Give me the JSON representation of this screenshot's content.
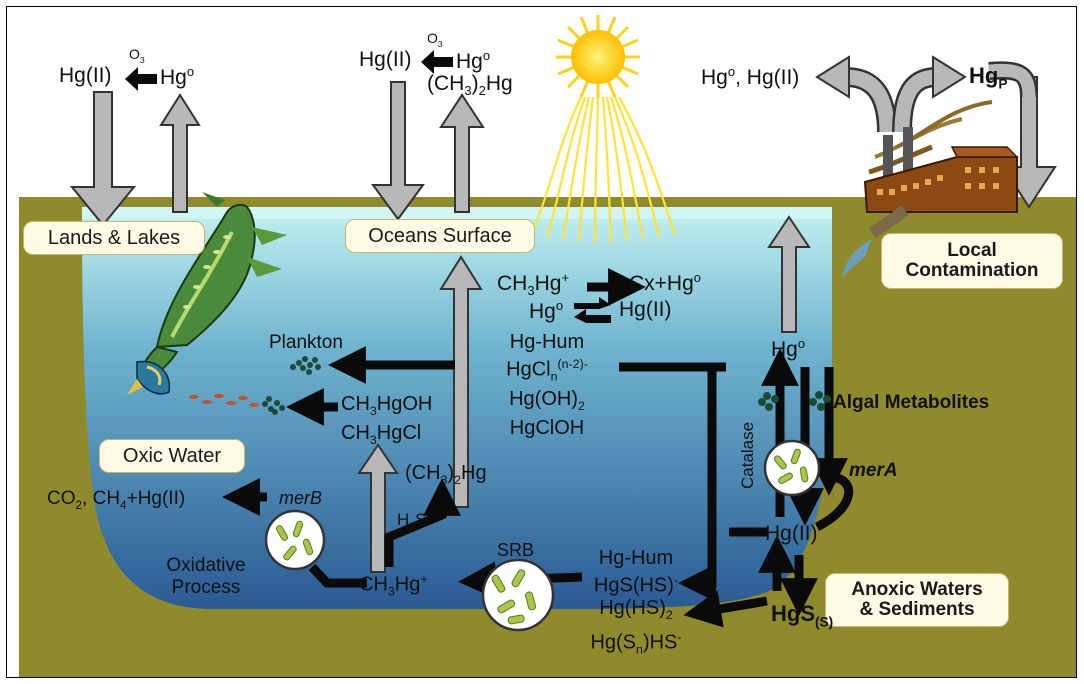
{
  "colors": {
    "land": "#8f8a2c",
    "water_top": "#bfeff0",
    "water_bottom": "#2e5f96",
    "arrow_gray": "#b8b8b8",
    "arrow_black": "#0a0a0a",
    "sun": "#ffd21a",
    "label_bg": "#fffbe6",
    "microbe": "#a8c64a"
  },
  "labels": {
    "top_left_hg2": "Hg(II)",
    "top_left_o3": "O",
    "top_left_o3_sub": "3",
    "top_left_hg0": "Hg",
    "top_center_hg2": "Hg(II)",
    "top_center_o3": "O",
    "top_center_o3_sub": "3",
    "top_center_hg0": "Hg",
    "top_center_dimethyl": "(CH",
    "top_center_dimethyl_sub": "3",
    "top_center_dimethyl_tail": ")",
    "top_center_dimethyl_sub2": "2",
    "top_center_dimethyl_end": "Hg",
    "top_right_hg0": "Hg",
    "top_right_hg0_tail": ", Hg(II)",
    "top_right_hgp": "Hg",
    "top_right_hgp_sub": "P",
    "sup_o": "o",
    "lands_lakes": "Lands & Lakes",
    "oceans_surface": "Oceans Surface",
    "local_contamination_1": "Local",
    "local_contamination_2": "Contamination",
    "ch3hg_reaction": "CH",
    "ch3hg_reaction_sub": "3",
    "ch3hg_reaction_hg": "Hg",
    "ch3hg_reaction_sup": "+",
    "cx_hg0": "Cx+Hg",
    "hg0_eq": "Hg",
    "hg2_eq": "Hg(II)",
    "plankton": "Plankton",
    "hg_hum": "Hg-Hum",
    "hgcl": "HgCl",
    "hgcl_sub": "n",
    "hgcl_sup": "(n-2)-",
    "hgoh2": "Hg(OH)",
    "hgoh2_sub": "2",
    "hgcloh": "HgClOH",
    "ch3hgoh": "CH",
    "ch3hgoh_sub": "3",
    "ch3hgoh_tail": "HgOH",
    "ch3hgcl": "CH",
    "ch3hgcl_sub": "3",
    "ch3hgcl_tail": "HgCl",
    "oxic_water": "Oxic Water",
    "dimethyl_hg": "(CH",
    "dimethyl_hg_sub": "3",
    "dimethyl_hg_tail": ")",
    "dimethyl_hg_sub2": "2",
    "dimethyl_hg_end": "Hg",
    "h2s": "H",
    "h2s_sub": "2",
    "h2s_tail": "S",
    "co2": "CO",
    "co2_sub": "2",
    "co2_tail": ", CH",
    "co2_sub2": "4",
    "co2_end": "+Hg(II)",
    "merb": "merB",
    "oxidative_1": "Oxidative",
    "oxidative_2": "Process",
    "ch3hg_bottom": "CH",
    "ch3hg_bottom_sub": "3",
    "ch3hg_bottom_hg": "Hg",
    "ch3hg_bottom_sup": "+",
    "srb": "SRB",
    "hg_hum_bottom": "Hg-Hum",
    "hgs_hs": "HgS(HS)",
    "hgs_hs_sup": "-",
    "hg_hs2": "Hg(HS)",
    "hg_hs2_sub": "2",
    "hg_sn": "Hg(S",
    "hg_sn_sub": "n",
    "hg_sn_tail": ")HS",
    "hg_sn_sup": "-",
    "hg0_right": "Hg",
    "algal_metabolites": "Algal Metabolites",
    "catalase": "Catalase",
    "mera": "merA",
    "hg2_right": "Hg(II)",
    "anoxic_1": "Anoxic Waters",
    "anoxic_2": "& Sediments",
    "hgs": "HgS",
    "hgs_sub": "(S)"
  }
}
